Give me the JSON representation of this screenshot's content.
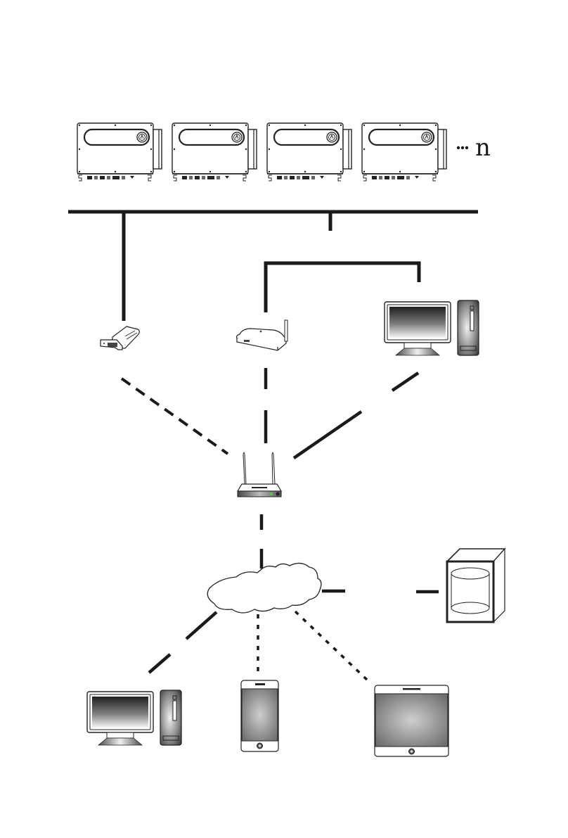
{
  "diagram": {
    "title": "",
    "inverter_row": {
      "count_shown": 4,
      "suffix_label": "••• n",
      "suffix_dots": "•••",
      "suffix_n": "n"
    },
    "nodes": [
      {
        "id": "inverters",
        "icon": "inverter-icon",
        "label": ""
      },
      {
        "id": "bus",
        "icon": "bus-line",
        "label": ""
      },
      {
        "id": "data-logger",
        "icon": "usb-dongle-icon",
        "label": ""
      },
      {
        "id": "smart-logger",
        "icon": "wifi-module-icon",
        "label": ""
      },
      {
        "id": "local-pc",
        "icon": "desktop-computer-icon",
        "label": ""
      },
      {
        "id": "router",
        "icon": "router-icon",
        "label": ""
      },
      {
        "id": "internet",
        "icon": "cloud-icon",
        "label": ""
      },
      {
        "id": "server",
        "icon": "database-server-icon",
        "label": ""
      },
      {
        "id": "remote-pc",
        "icon": "desktop-computer-icon",
        "label": ""
      },
      {
        "id": "smartphone",
        "icon": "smartphone-icon",
        "label": ""
      },
      {
        "id": "tablet",
        "icon": "tablet-icon",
        "label": ""
      }
    ],
    "connections": [
      {
        "from": "bus",
        "to": "data-logger",
        "style": "solid"
      },
      {
        "from": "bus",
        "to": "smart-logger",
        "style": "solid"
      },
      {
        "from": "smart-logger",
        "to": "local-pc",
        "style": "solid"
      },
      {
        "from": "data-logger",
        "to": "router",
        "style": "dashed"
      },
      {
        "from": "smart-logger",
        "to": "router",
        "style": "long-dashed"
      },
      {
        "from": "local-pc",
        "to": "router",
        "style": "long-dashed"
      },
      {
        "from": "router",
        "to": "internet",
        "style": "long-dashed"
      },
      {
        "from": "internet",
        "to": "server",
        "style": "long-dashed"
      },
      {
        "from": "internet",
        "to": "remote-pc",
        "style": "long-dashed"
      },
      {
        "from": "internet",
        "to": "smartphone",
        "style": "dotted"
      },
      {
        "from": "internet",
        "to": "tablet",
        "style": "dotted"
      }
    ],
    "colors": {
      "line": "#1a1a1a",
      "screen_dark": "#2a2a2a",
      "screen_light": "#f2f2f2",
      "device_gray": "#7a7a7a",
      "led_green": "#4cd137"
    }
  }
}
